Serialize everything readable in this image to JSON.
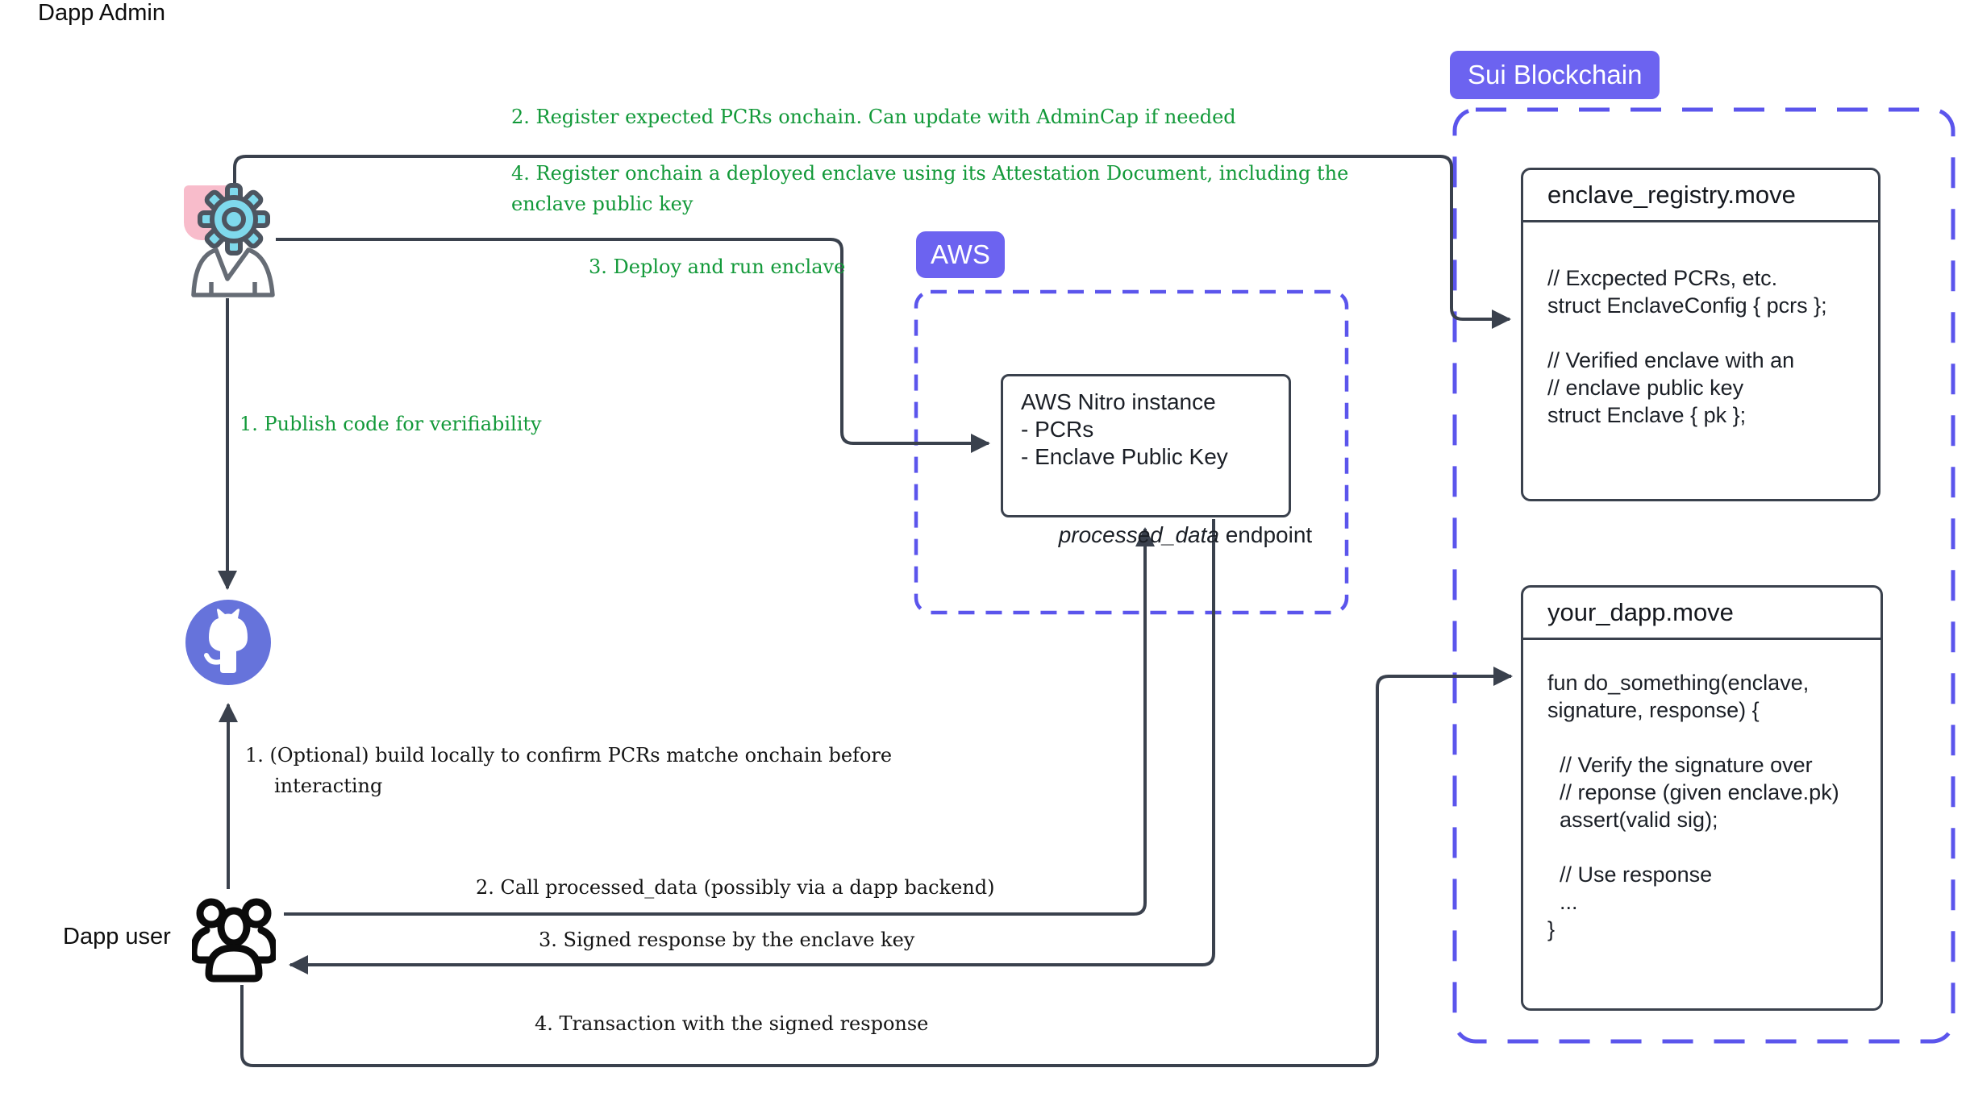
{
  "colors": {
    "accent_purple": "#6C63F0",
    "dashed_purple": "#5B55EC",
    "line_dark": "#3A414D",
    "annotation_green": "#129939",
    "github_blue": "#6673DB",
    "gear_cyan": "#7FD9EC",
    "pink": "#F8BCCB"
  },
  "actors": {
    "admin_label": "Dapp Admin",
    "user_label": "Dapp user"
  },
  "annotations": {
    "publish": "1. Publish code for verifiability",
    "register_pcrs": "2. Register expected PCRs onchain. Can update with AdminCap if needed",
    "deploy": "3. Deploy and run enclave",
    "register_enclave": "4. Register onchain a deployed enclave using its Attestation Document, including the\nenclave public key",
    "build_locally": "1. (Optional) build locally to confirm PCRs matche onchain before\ninteracting",
    "call_endpoint": "2. Call processed_data (possibly via a dapp backend)",
    "signed_response": "3. Signed response by the enclave key",
    "transaction": "4. Transaction with the signed response"
  },
  "aws": {
    "label": "AWS",
    "nitro": {
      "line1": "AWS Nitro instance",
      "line2": "- PCRs",
      "line3": "- Enclave Public Key",
      "endpoint_name": "processed_data",
      "endpoint_suffix": " endpoint"
    }
  },
  "sui": {
    "label": "Sui Blockchain",
    "registry": {
      "title": "enclave_registry.move",
      "lines": [
        "// Excpected PCRs, etc.",
        "struct EnclaveConfig { pcrs };",
        "",
        "// Verified enclave with an",
        "// enclave public key",
        "struct Enclave { pk };"
      ]
    },
    "dapp": {
      "title": "your_dapp.move",
      "lines": [
        "fun do_something(enclave,",
        "signature, response) {",
        "",
        "  // Verify the signature over",
        "  // reponse (given enclave.pk)",
        "  assert(valid sig);",
        "",
        "  // Use response",
        "  ...",
        "}"
      ]
    }
  }
}
